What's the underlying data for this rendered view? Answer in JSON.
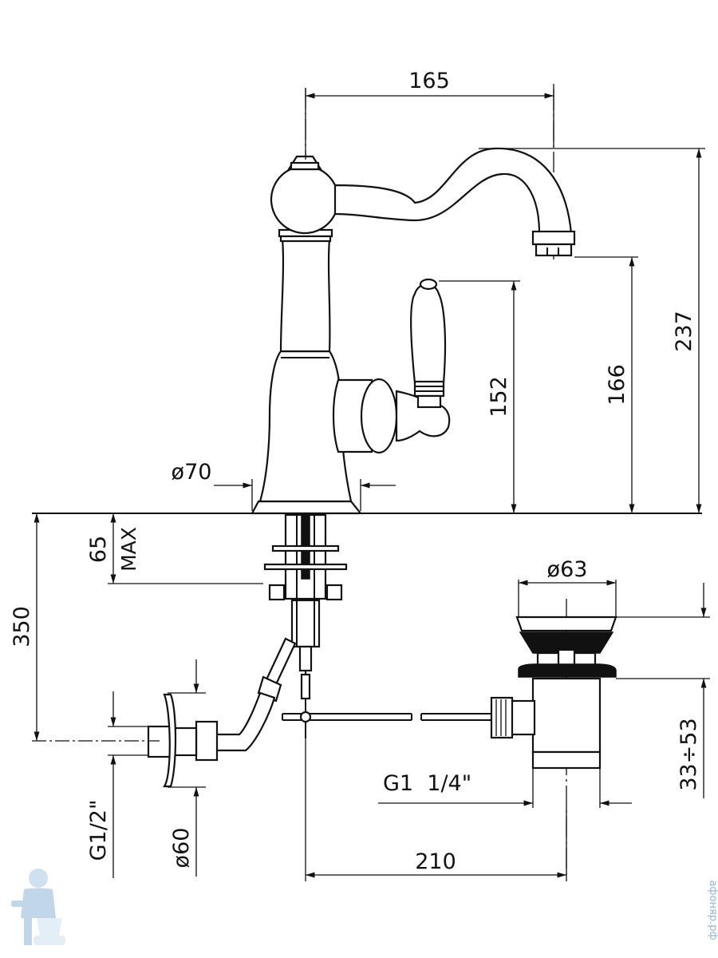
{
  "dimensions": {
    "spout_reach": "165",
    "total_height": "237",
    "spout_outlet_height": "166",
    "lever_height": "152",
    "base_diameter": "ø70",
    "max_deck_thickness_value": "65",
    "max_deck_thickness_suffix": "MAX",
    "supply_hose_length": "350",
    "waste_diameter": "ø63",
    "waste_thread": "G1  1/4\"",
    "waste_adjust_range": "33÷53",
    "supply_thread": "G1/2\"",
    "escutcheon_diameter": "ø60",
    "tap_to_waste_distance": "210"
  },
  "watermark": {
    "text": "афоняр.рф",
    "mascot_icon": "plumber-mascot-icon"
  }
}
